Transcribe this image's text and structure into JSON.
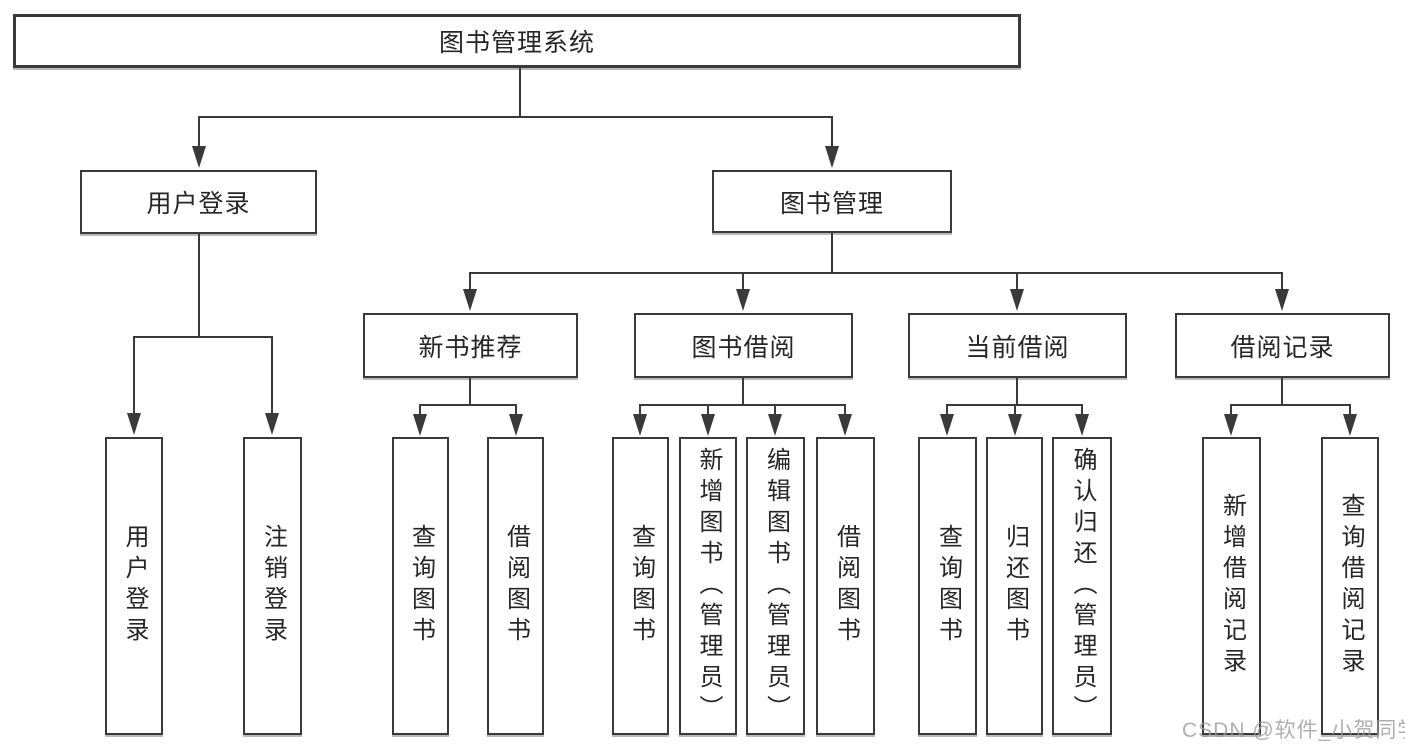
{
  "tree": {
    "label": "图书管理系统",
    "children": [
      {
        "label": "用户登录",
        "children": [
          {
            "label": "用户登录"
          },
          {
            "label": "注销登录"
          }
        ]
      },
      {
        "label": "图书管理",
        "children": [
          {
            "label": "新书推荐",
            "children": [
              {
                "label": "查询图书"
              },
              {
                "label": "借阅图书"
              }
            ]
          },
          {
            "label": "图书借阅",
            "children": [
              {
                "label": "查询图书"
              },
              {
                "label": "新增图书（管理员）"
              },
              {
                "label": "编辑图书（管理员）"
              },
              {
                "label": "借阅图书"
              }
            ]
          },
          {
            "label": "当前借阅",
            "children": [
              {
                "label": "查询图书"
              },
              {
                "label": "归还图书"
              },
              {
                "label": "确认归还（管理员）"
              }
            ]
          },
          {
            "label": "借阅记录",
            "children": [
              {
                "label": "新增借阅记录"
              },
              {
                "label": "查询借阅记录"
              }
            ]
          }
        ]
      }
    ]
  },
  "watermark": {
    "text": "CSDN @软件_小贺同学"
  },
  "colors": {
    "line": "#3a3a3a",
    "text": "#262626",
    "box_background": "#ffffff",
    "watermark": "#9b9b9b"
  }
}
